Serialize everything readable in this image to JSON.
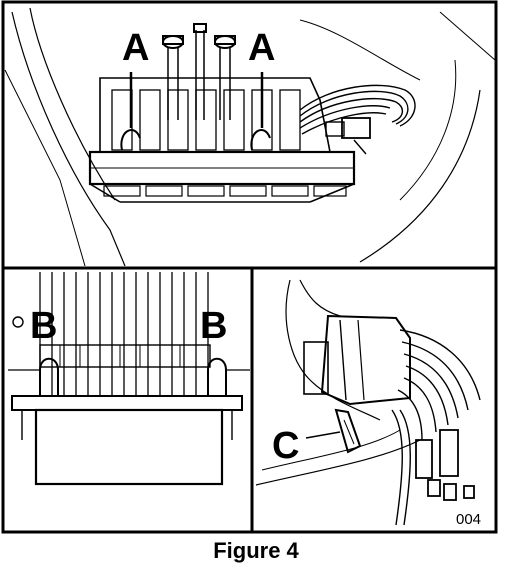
{
  "figure": {
    "caption": "Figure 4",
    "callouts": {
      "a_left": "A",
      "a_right": "A",
      "b_left": "B",
      "b_right": "B",
      "c": "C"
    },
    "part_number": "004",
    "colors": {
      "ink": "#000000",
      "paper": "#ffffff"
    }
  }
}
